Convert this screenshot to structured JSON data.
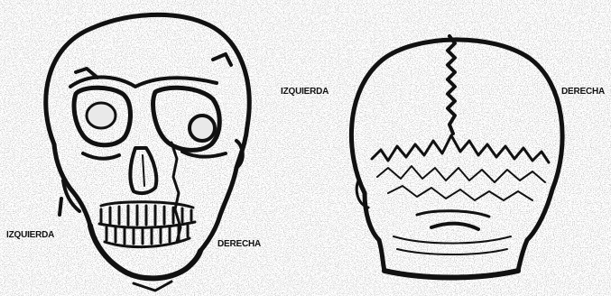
{
  "figure": {
    "front_view": {
      "left_label": "IZQUIERDA",
      "right_label": "DERECHA",
      "subject": "skull-front-icon"
    },
    "back_view": {
      "left_label": "IZQUIERDA",
      "right_label": "DERECHA",
      "subject": "skull-back-icon"
    }
  },
  "colors": {
    "ink": "#111111",
    "paper": "#ffffff",
    "speckle": "#9a9a9a"
  }
}
